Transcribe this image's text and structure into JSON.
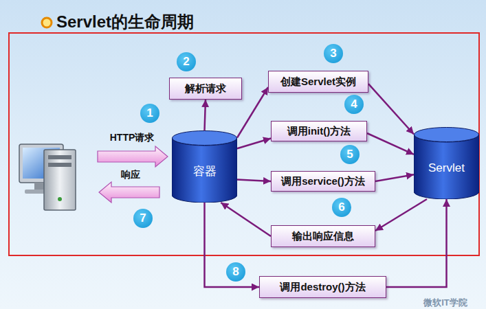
{
  "diagram": {
    "title": "Servlet的生命周期",
    "nodes": [
      {
        "text": [
          "解析请求"
        ]
      },
      {
        "text": [
          "创建Servlet实例"
        ]
      },
      {
        "text": [
          "容器"
        ]
      },
      {
        "text": [
          "调用init()方法"
        ]
      },
      {
        "text": [
          "Servlet"
        ]
      },
      {
        "text": [
          "调用service()方法"
        ]
      },
      {
        "text": [
          "输出响应信息"
        ]
      },
      {
        "text": [
          "调用destroy()方法"
        ]
      }
    ],
    "edges": [
      {
        "from": 2,
        "to": 0,
        "arrow": "to"
      },
      {
        "from": 2,
        "to": 1,
        "arrow": "to"
      },
      {
        "from": 2,
        "to": 3,
        "arrow": "to"
      },
      {
        "from": 2,
        "to": 5,
        "arrow": "to"
      },
      {
        "from": 1,
        "to": 4,
        "arrow": "to"
      },
      {
        "from": 3,
        "to": 4,
        "arrow": "to"
      },
      {
        "from": 5,
        "to": 4,
        "arrow": "to"
      },
      {
        "from": 4,
        "to": 6,
        "arrow": "to"
      },
      {
        "from": 6,
        "to": 2,
        "arrow": "to"
      },
      {
        "from": 2,
        "to": 7,
        "arrow": "to"
      },
      {
        "from": 7,
        "to": 4,
        "arrow": "to"
      }
    ],
    "labels": [
      "HTTP请求",
      "响应",
      "1",
      "2",
      "3",
      "4",
      "5",
      "6",
      "7",
      "8",
      "微软IT学院"
    ]
  }
}
